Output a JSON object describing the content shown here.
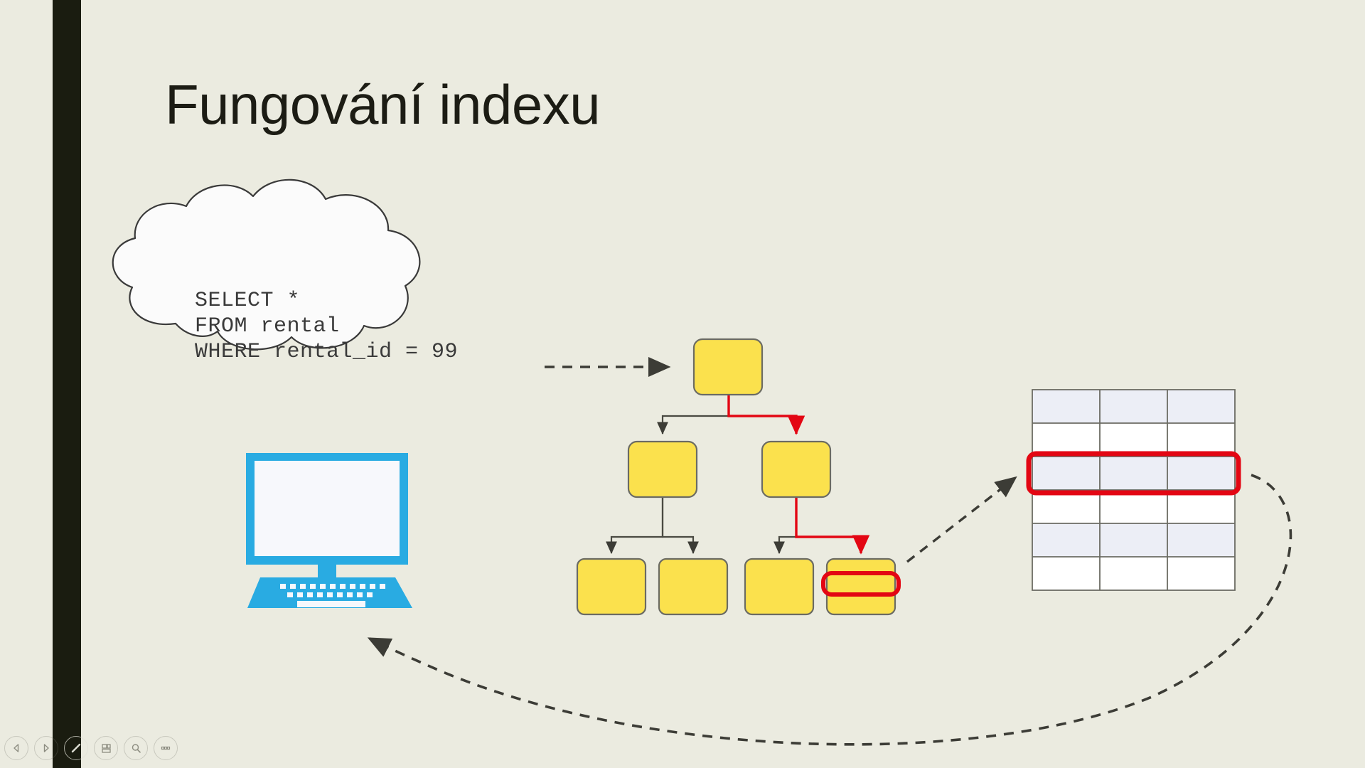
{
  "slide": {
    "title": "Fungování indexu",
    "background_color": "#ebebe0",
    "accent_stripe_color": "#1a1c10",
    "title_color": "#1c1c14"
  },
  "query_cloud": {
    "name": "sql-query-cloud",
    "fill_color": "#fbfbfb",
    "stroke_color": "#3a3a3a",
    "sql_lines": [
      "SELECT *",
      "FROM rental",
      "WHERE rental_id = 99"
    ],
    "sql_text": "SELECT *\nFROM rental\nWHERE rental_id = 99"
  },
  "computer": {
    "name": "client-computer",
    "body_color": "#29ABE2",
    "screen_color": "#f7f8fc"
  },
  "btree": {
    "name": "btree-index",
    "node_fill": "#fbe14d",
    "node_stroke": "#6b6b63",
    "edge_color": "#4a4a42",
    "highlight_color": "#e30613",
    "levels": [
      {
        "level": 0,
        "nodes": [
          {
            "id": "root",
            "highlighted": false
          }
        ]
      },
      {
        "level": 1,
        "nodes": [
          {
            "id": "internal-1",
            "highlighted": false
          },
          {
            "id": "internal-2",
            "highlighted": true
          }
        ]
      },
      {
        "level": 2,
        "nodes": [
          {
            "id": "leaf-1",
            "highlighted": false
          },
          {
            "id": "leaf-2",
            "highlighted": false
          },
          {
            "id": "leaf-3",
            "highlighted": false
          },
          {
            "id": "leaf-4",
            "highlighted": true
          }
        ]
      }
    ],
    "highlighted_path": [
      "root",
      "internal-2",
      "leaf-4"
    ]
  },
  "data_table": {
    "name": "data-table",
    "columns": 3,
    "rows": 6,
    "highlighted_row_index": 2,
    "row_fill_odd": "#eceef6",
    "row_fill_even": "#ffffff",
    "border_color": "#6b6b63",
    "highlight_color": "#e30613"
  },
  "connectors": [
    {
      "name": "query-to-index-arrow",
      "style": "dashed",
      "from": "sql-query-cloud",
      "to": "btree-root",
      "color": "#3c3c36"
    },
    {
      "name": "leaf-to-table-arrow",
      "style": "dashed",
      "from": "leaf-4",
      "to": "data-table-row-3",
      "color": "#3c3c36"
    },
    {
      "name": "table-to-computer-arrow",
      "style": "dashed",
      "from": "data-table",
      "to": "client-computer",
      "color": "#3c3c36"
    }
  ],
  "toolbar": {
    "items": [
      {
        "icon": "previous-slide-icon",
        "label": "Previous"
      },
      {
        "icon": "next-slide-icon",
        "label": "Next"
      },
      {
        "icon": "pen-icon",
        "label": "Pen"
      },
      {
        "icon": "grid-layout-icon",
        "label": "Slide overview"
      },
      {
        "icon": "magnifier-icon",
        "label": "Zoom"
      },
      {
        "icon": "more-options-icon",
        "label": "More options"
      }
    ]
  }
}
